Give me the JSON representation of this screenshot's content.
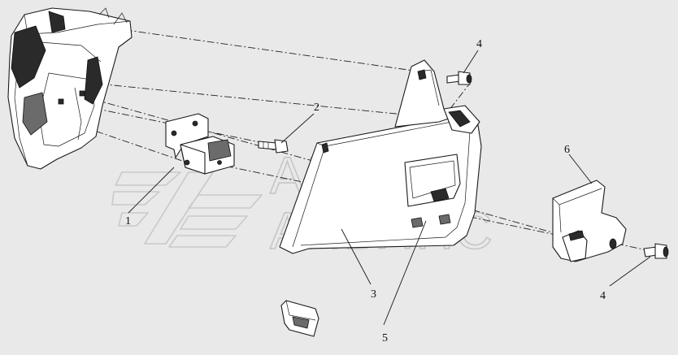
{
  "diagram": {
    "callouts": [
      {
        "id": "1",
        "label": "1"
      },
      {
        "id": "2",
        "label": "2"
      },
      {
        "id": "3",
        "label": "3"
      },
      {
        "id": "4a",
        "label": "4"
      },
      {
        "id": "4b",
        "label": "4"
      },
      {
        "id": "5",
        "label": "5"
      },
      {
        "id": "6",
        "label": "6"
      }
    ],
    "watermark": {
      "line1": "АВТО",
      "line2": "АЛЬЯНС"
    }
  }
}
